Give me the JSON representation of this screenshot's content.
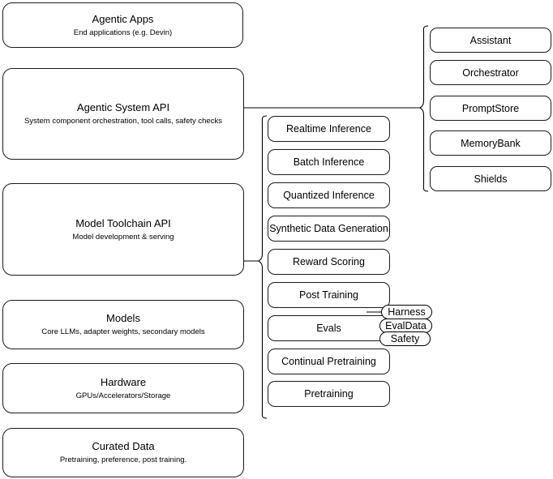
{
  "diagram": {
    "title": "AI Stack Layers Diagram",
    "stroke_color": "#1a1a1a",
    "background_color": "#ffffff"
  },
  "layers": [
    {
      "id": "agentic-apps",
      "title": "Agentic Apps",
      "subtitle": "End applications (e.g. Devin)"
    },
    {
      "id": "agentic-system-api",
      "title": "Agentic System API",
      "subtitle": "System component orchestration, tool calls, safety checks"
    },
    {
      "id": "model-toolchain-api",
      "title": "Model Toolchain API",
      "subtitle": "Model development & serving"
    },
    {
      "id": "models",
      "title": "Models",
      "subtitle": "Core LLMs, adapter weights, secondary models"
    },
    {
      "id": "hardware",
      "title": "Hardware",
      "subtitle": "GPUs/Accelerators/Storage"
    },
    {
      "id": "curated-data",
      "title": "Curated Data",
      "subtitle": "Pretraining, preference, post training."
    }
  ],
  "toolchain_components": [
    {
      "id": "realtime-inference",
      "label": "Realtime Inference"
    },
    {
      "id": "batch-inference",
      "label": "Batch Inference"
    },
    {
      "id": "quantized-inference",
      "label": "Quantized Inference"
    },
    {
      "id": "synthetic-data-generation",
      "label": "Synthetic Data Generation"
    },
    {
      "id": "reward-scoring",
      "label": "Reward Scoring"
    },
    {
      "id": "post-training",
      "label": "Post Training"
    },
    {
      "id": "evals",
      "label": "Evals"
    },
    {
      "id": "continual-pretraining",
      "label": "Continual Pretraining"
    },
    {
      "id": "pretraining",
      "label": "Pretraining"
    }
  ],
  "agentic_components": [
    {
      "id": "assistant",
      "label": "Assistant"
    },
    {
      "id": "orchestrator",
      "label": "Orchestrator"
    },
    {
      "id": "promptstore",
      "label": "PromptStore"
    },
    {
      "id": "memorybank",
      "label": "MemoryBank"
    },
    {
      "id": "shields",
      "label": "Shields"
    }
  ],
  "evals_subcomponents": [
    {
      "id": "harness",
      "label": "Harness"
    },
    {
      "id": "evaldata",
      "label": "EvalData"
    },
    {
      "id": "safety",
      "label": "Safety"
    }
  ]
}
